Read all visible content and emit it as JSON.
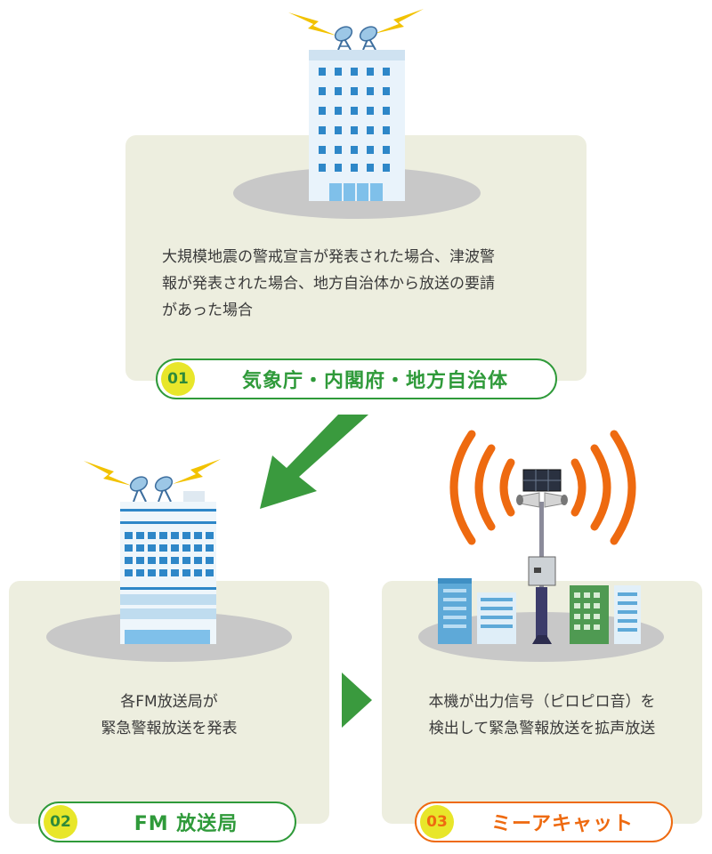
{
  "steps": [
    {
      "number": "01",
      "title": "気象庁・内閣府・地方自治体",
      "description_lines": [
        "大規模地震の警戒宣言が発表された場合、津波警",
        "報が発表された場合、地方自治体から放送の要請",
        "があった場合"
      ]
    },
    {
      "number": "02",
      "title": "FM 放送局",
      "description_lines": [
        "各FM放送局が",
        "緊急警報放送を発表"
      ]
    },
    {
      "number": "03",
      "title": "ミーアキャット",
      "description_lines": [
        "本機が出力信号（ピロピロ音）を",
        "検出して緊急警報放送を拡声放送"
      ]
    }
  ],
  "colors": {
    "panel": "#edeedf",
    "green": "#2f9a3a",
    "orange": "#ee6a10",
    "badge_yellow": "#e8e62a",
    "arrow_green": "#3a9a3e"
  },
  "icons": [
    "building-icon",
    "satellite-dish-icon",
    "lightning-icon",
    "siren-pole-icon",
    "radio-wave-icon",
    "arrow-icon"
  ]
}
